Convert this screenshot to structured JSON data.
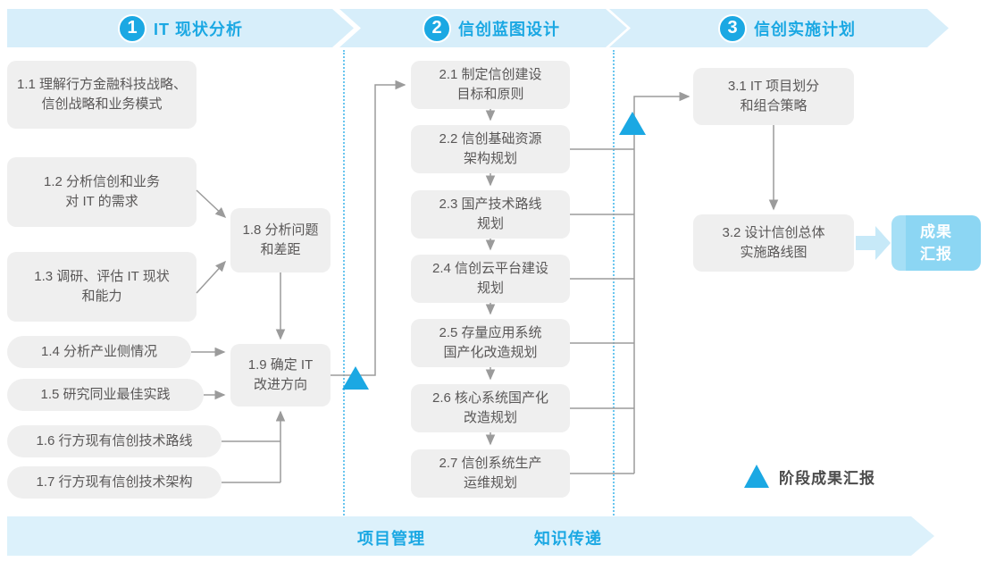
{
  "colors": {
    "accent_blue": "#1BA8E3",
    "banner_bg": "#D7EEFA",
    "footer_banner_bg": "#DCF1FB",
    "box_bg": "#EFEFEF",
    "box_text": "#595757",
    "connector_gray": "#9B9B9B",
    "deliverable_bg": "#8CD6F3",
    "fat_arrow": "#C7E9F8",
    "divider_dotted": "#6AC6EF"
  },
  "phases": [
    {
      "number": "1",
      "label": "IT 现状分析"
    },
    {
      "number": "2",
      "label": "信创蓝图设计"
    },
    {
      "number": "3",
      "label": "信创实施计划"
    }
  ],
  "steps": {
    "s1_1": "1.1 理解行方金融科技战略、\n信创战略和业务模式",
    "s1_2": "1.2 分析信创和业务\n对 IT 的需求",
    "s1_3": "1.3 调研、评估 IT 现状\n和能力",
    "s1_4": "1.4 分析产业侧情况",
    "s1_5": "1.5 研究同业最佳实践",
    "s1_6": "1.6 行方现有信创技术路线",
    "s1_7": "1.7 行方现有信创技术架构",
    "s1_8": "1.8 分析问题\n和差距",
    "s1_9": "1.9 确定 IT\n改进方向",
    "s2_1": "2.1 制定信创建设\n目标和原则",
    "s2_2": "2.2 信创基础资源\n架构规划",
    "s2_3": "2.3 国产技术路线\n规划",
    "s2_4": "2.4 信创云平台建设\n规划",
    "s2_5": "2.5 存量应用系统\n国产化改造规划",
    "s2_6": "2.6 核心系统国产化\n改造规划",
    "s2_7": "2.7 信创系统生产\n运维规划",
    "s3_1": "3.1 IT 项目划分\n和组合策略",
    "s3_2": "3.2 设计信创总体\n实施路线图"
  },
  "deliverable": "成果\n汇报",
  "legend": {
    "label": "阶段成果汇报"
  },
  "footer": {
    "left": "项目管理",
    "right": "知识传递"
  }
}
